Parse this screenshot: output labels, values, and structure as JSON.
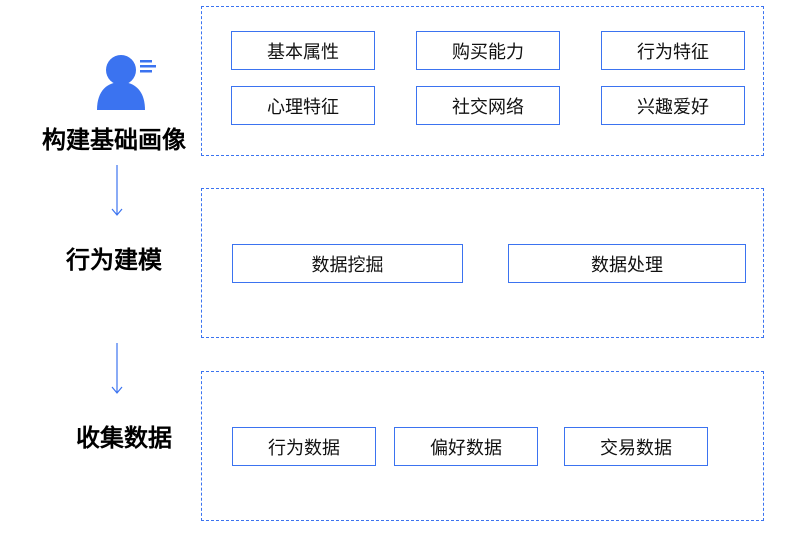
{
  "colors": {
    "accent": "#3b73f0"
  },
  "icon": "user-profile-icon",
  "stages": [
    {
      "title": "构建基础画像",
      "items": [
        "基本属性",
        "购买能力",
        "行为特征",
        "心理特征",
        "社交网络",
        "兴趣爱好"
      ]
    },
    {
      "title": "行为建模",
      "items": [
        "数据挖掘",
        "数据处理"
      ]
    },
    {
      "title": "收集数据",
      "items": [
        "行为数据",
        "偏好数据",
        "交易数据"
      ]
    }
  ]
}
